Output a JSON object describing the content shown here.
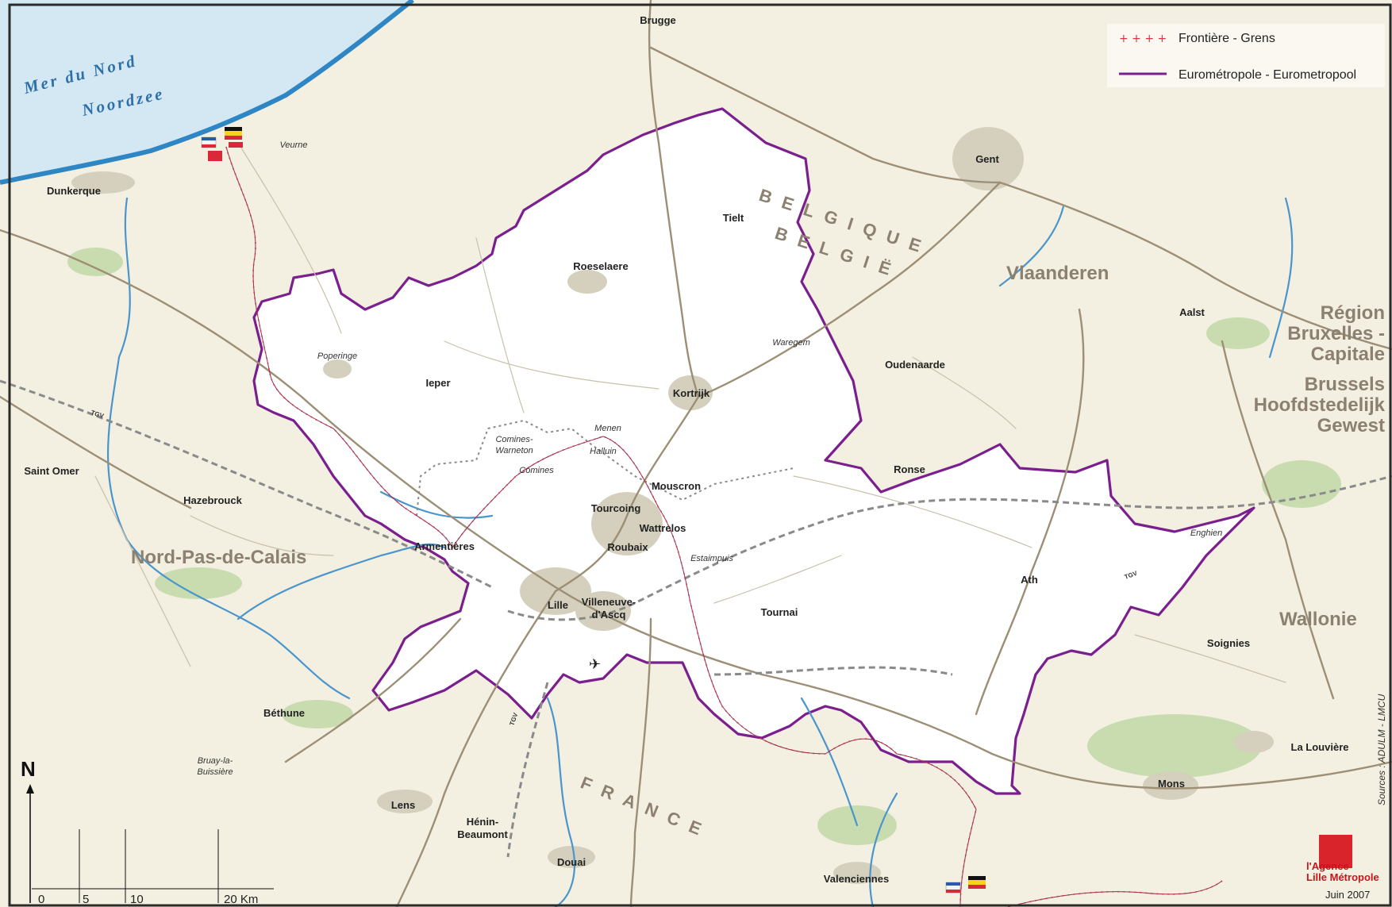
{
  "sea": {
    "line1": "Mer du Nord",
    "line2": "Noordzee"
  },
  "legend": {
    "border_label": "Frontière - Grens",
    "eurometropole_label": "Eurométropole - Eurometropool",
    "border_color": "#d8344a",
    "eurometropole_color": "#7b1f8e"
  },
  "countries": {
    "belgium_fr": "BELGIQUE",
    "belgium_nl": "BELGIË",
    "france": "FRANCE"
  },
  "regions": {
    "vlaanderen": "Vlaanderen",
    "wallonie": "Wallonie",
    "nord_pas_de_calais": "Nord-Pas-de-Calais",
    "bruxelles_fr": [
      "Région",
      "Bruxelles -",
      "Capitale"
    ],
    "bruxelles_nl": [
      "Brussels",
      "Hoofdstedelijk",
      "Gewest"
    ]
  },
  "cities": {
    "brugge": "Brugge",
    "gent": "Gent",
    "tielt": "Tielt",
    "roeselaere": "Roeselaere",
    "dunkerque": "Dunkerque",
    "ieper": "Ieper",
    "kortrijk": "Kortrijk",
    "aalst": "Aalst",
    "oudenaarde": "Oudenaarde",
    "ronse": "Ronse",
    "mouscron": "Mouscron",
    "tourcoing": "Tourcoing",
    "wattrelos": "Wattrelos",
    "roubaix": "Roubaix",
    "armentieres": "Armentières",
    "hazebrouck": "Hazebrouck",
    "saint_omer": "Saint Omer",
    "lille": "Lille",
    "villeneuve": [
      "Villeneuve-",
      "d'Ascq"
    ],
    "tournai": "Tournai",
    "ath": "Ath",
    "soignies": "Soignies",
    "bethune": "Béthune",
    "lens": "Lens",
    "henin": [
      "Hénin-",
      "Beaumont"
    ],
    "douai": "Douai",
    "valenciennes": "Valenciennes",
    "mons": "Mons",
    "la_louviere": "La Louvière"
  },
  "towns": {
    "veurne": "Veurne",
    "poperinge": "Poperinge",
    "waregem": "Waregem",
    "menen": "Menen",
    "comines_warneton": [
      "Comines-",
      "Warneton"
    ],
    "halluin": "Halluin",
    "comines": "Comines",
    "estaimpuis": "Estaimpuis",
    "enghien": "Enghien",
    "bruay": [
      "Bruay-la-",
      "Buissière"
    ]
  },
  "tgv": "TGV",
  "north": "N",
  "scale": {
    "ticks": [
      "0",
      "5",
      "10",
      "20 Km"
    ]
  },
  "credits": "Sources : ADULM - LMCU",
  "logo": {
    "line1": "l'Agence",
    "line2": "Lille Métropole"
  },
  "date": "Juin 2007"
}
